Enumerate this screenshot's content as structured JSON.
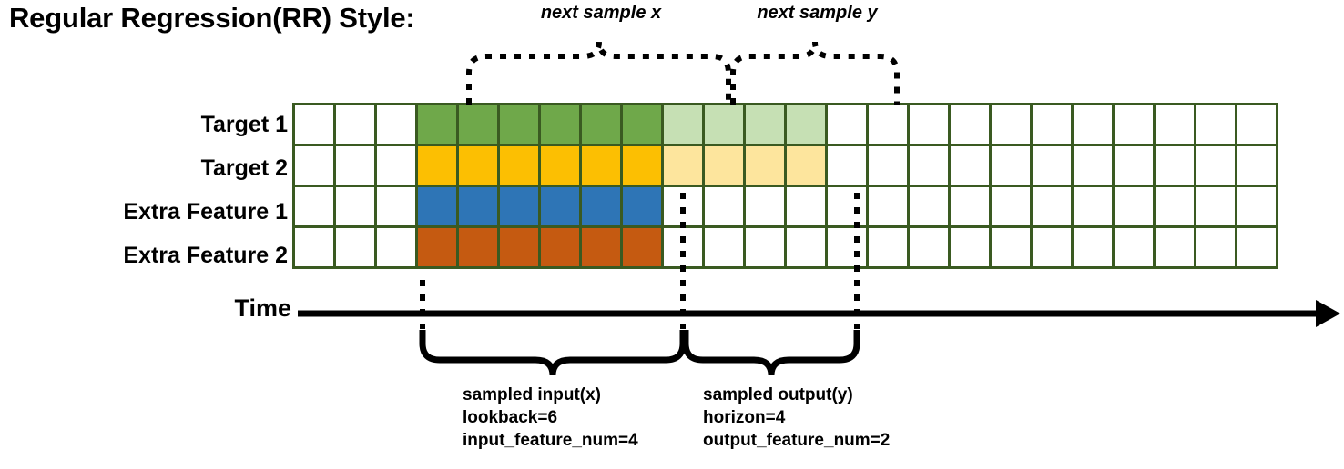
{
  "title": "Regular Regression(RR) Style:",
  "top_annotations": {
    "next_sample_x": "next sample x",
    "next_sample_y": "next sample y"
  },
  "rows": [
    {
      "label": "Target 1",
      "key": "target-1"
    },
    {
      "label": "Target 2",
      "key": "target-2"
    },
    {
      "label": "Extra Feature 1",
      "key": "extra-feature-1"
    },
    {
      "label": "Extra Feature 2",
      "key": "extra-feature-2"
    }
  ],
  "axis": {
    "time_label": "Time"
  },
  "bottom_annotations": {
    "input": {
      "title": "sampled input(x)",
      "line2": "lookback=6",
      "line3": "input_feature_num=4"
    },
    "output": {
      "title": "sampled output(y)",
      "line2": "horizon=4",
      "line3": "output_feature_num=2"
    }
  },
  "colors": {
    "grid_border": "#3a5a21",
    "empty_cell": "#ffffff",
    "target_1_input": "#6fa84a",
    "target_1_output": "#c6e0b4",
    "target_2_input": "#fcbf02",
    "target_2_output": "#fde59d",
    "extra_feature_1_input": "#2e75b6",
    "extra_feature_2_input": "#c55a11",
    "annotation_line": "#000000"
  },
  "chart_data": {
    "type": "heatmap",
    "title": "Regular Regression(RR) Style:",
    "total_columns": 24,
    "lookback": 6,
    "horizon": 4,
    "input_feature_num": 4,
    "output_feature_num": 2,
    "input_start_column": 4,
    "input_end_column": 9,
    "output_start_column": 10,
    "output_end_column": 13,
    "row_names": [
      "Target 1",
      "Target 2",
      "Extra Feature 1",
      "Extra Feature 2"
    ],
    "row_fill": [
      {
        "row": "Target 1",
        "input_color": "#6fa84a",
        "output_color": "#c6e0b4",
        "input_cells": 6,
        "output_cells": 4
      },
      {
        "row": "Target 2",
        "input_color": "#fcbf02",
        "output_color": "#fde59d",
        "input_cells": 6,
        "output_cells": 4
      },
      {
        "row": "Extra Feature 1",
        "input_color": "#2e75b6",
        "output_color": null,
        "input_cells": 6,
        "output_cells": 0
      },
      {
        "row": "Extra Feature 2",
        "input_color": "#c55a11",
        "output_color": null,
        "input_cells": 6,
        "output_cells": 0
      }
    ],
    "xlabel": "Time",
    "ylabel": "",
    "grid": true,
    "legend": "none"
  }
}
